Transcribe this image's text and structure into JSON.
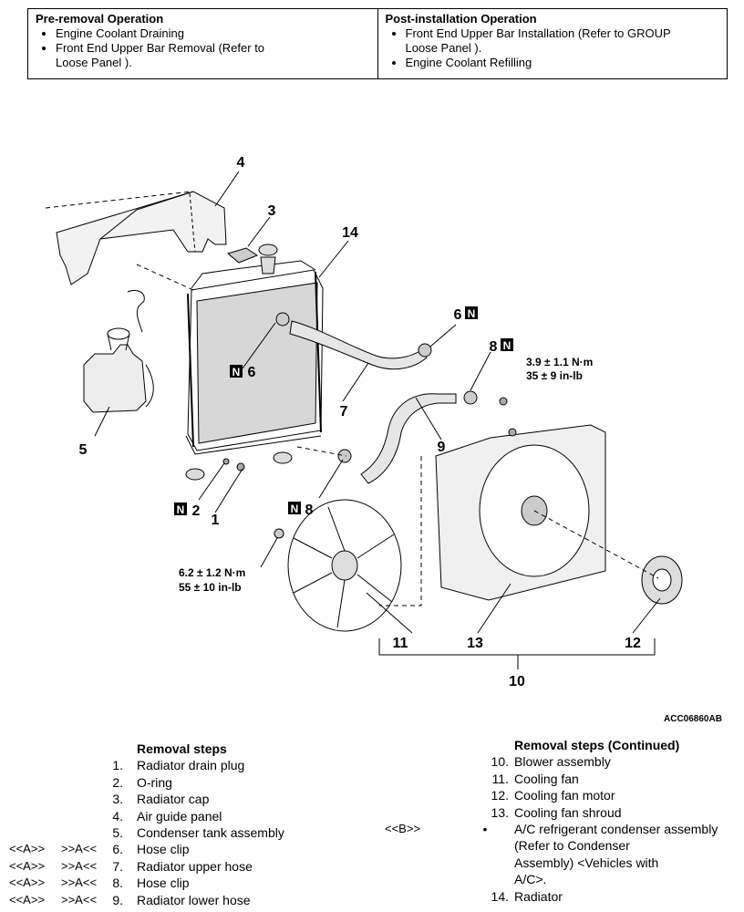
{
  "operations": {
    "pre": {
      "heading": "Pre-removal Operation",
      "items": [
        "Engine Coolant Draining",
        "Front End Upper Bar Removal (Refer to",
        "Loose Panel )."
      ]
    },
    "post": {
      "heading": "Post-installation Operation",
      "items": [
        "Front End Upper Bar Installation (Refer to GROUP",
        "Loose Panel ).",
        "Engine Coolant Refilling"
      ]
    }
  },
  "figure": {
    "callouts": {
      "c1": "1",
      "c2": "2",
      "c3": "3",
      "c4": "4",
      "c5": "5",
      "c6a": "6",
      "c6b": "6",
      "c7": "7",
      "c8a": "8",
      "c8b": "8",
      "c9": "9",
      "c10": "10",
      "c11": "11",
      "c12": "12",
      "c13": "13",
      "c14": "14"
    },
    "n_mark": "N",
    "torque_top": [
      "3.9 ± 1.1 N·m",
      "35 ± 9 in-lb"
    ],
    "torque_bottom": [
      "6.2 ± 1.2 N·m",
      "55 ± 10 in-lb"
    ],
    "code": "ACC06860AB"
  },
  "steps_left": {
    "title": "Removal steps",
    "rows": [
      {
        "num": "1.",
        "text": "Radiator drain plug"
      },
      {
        "num": "2.",
        "text": "O-ring"
      },
      {
        "num": "3.",
        "text": "Radiator cap"
      },
      {
        "num": "4.",
        "text": "Air guide panel"
      },
      {
        "num": "5.",
        "text": "Condenser tank assembly"
      },
      {
        "num": "6.",
        "text": "Hose clip",
        "marks": [
          "<<A>>",
          ">>A<<"
        ]
      },
      {
        "num": "7.",
        "text": "Radiator upper hose",
        "marks": [
          "<<A>>",
          ">>A<<"
        ]
      },
      {
        "num": "8.",
        "text": "Hose clip",
        "marks": [
          "<<A>>",
          ">>A<<"
        ]
      },
      {
        "num": "9.",
        "text": "Radiator lower hose",
        "marks": [
          "<<A>>",
          ">>A<<"
        ]
      }
    ]
  },
  "steps_right": {
    "title": "Removal steps (Continued)",
    "rows": [
      {
        "num": "10.",
        "text": "Blower assembly"
      },
      {
        "num": "11.",
        "text": "Cooling fan"
      },
      {
        "num": "12.",
        "text": "Cooling fan motor"
      },
      {
        "num": "13.",
        "text": "Cooling fan shroud"
      },
      {
        "num": "•",
        "text": "A/C refrigerant condenser assembly",
        "mark": "<<B>>"
      },
      {
        "num": "",
        "text": "(Refer to Condenser"
      },
      {
        "num": "",
        "text": "Assembly) <Vehicles with"
      },
      {
        "num": "",
        "text": "A/C>."
      },
      {
        "num": "14.",
        "text": "Radiator"
      }
    ]
  }
}
